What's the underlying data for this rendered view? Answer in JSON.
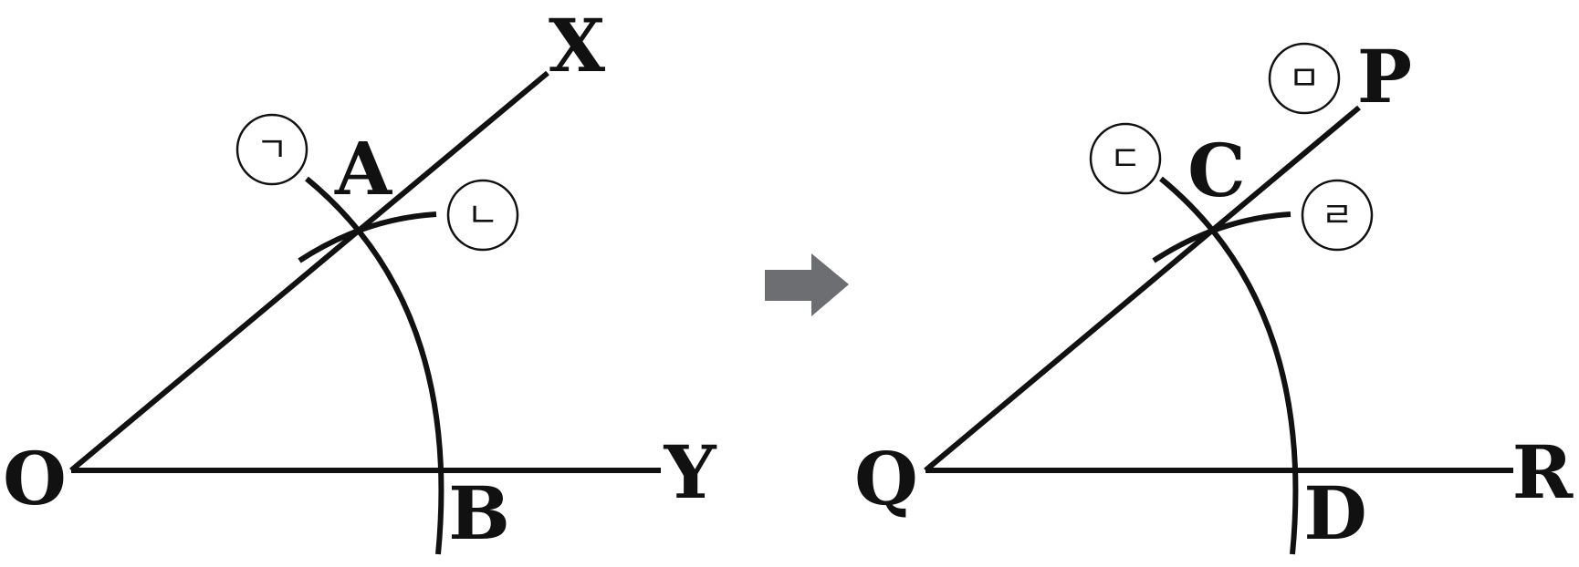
{
  "arrow_color": "#6d6e71",
  "left": {
    "labels": {
      "O": "O",
      "A": "A",
      "B": "B",
      "X": "X",
      "Y": "Y"
    },
    "marks": {
      "m1": "ㄱ",
      "m2": "ㄴ"
    }
  },
  "right": {
    "labels": {
      "Q": "Q",
      "C": "C",
      "D": "D",
      "P": "P",
      "R": "R"
    },
    "marks": {
      "m3": "ㄷ",
      "m4": "ㄹ",
      "m5": "ㅁ"
    }
  }
}
